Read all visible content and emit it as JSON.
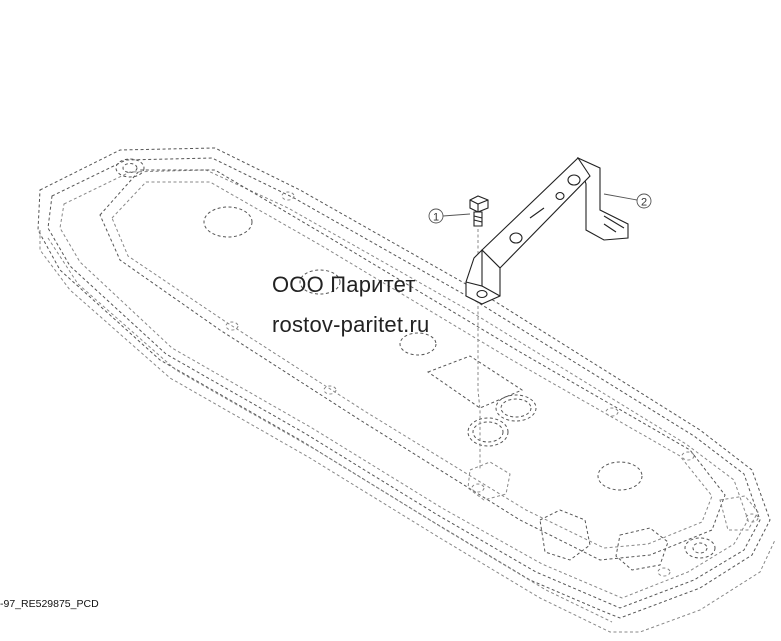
{
  "diagram": {
    "callouts": [
      {
        "number": "1"
      },
      {
        "number": "2"
      }
    ],
    "watermark": {
      "company": "ООО Паритет",
      "site": "rostov-paritet.ru"
    },
    "footer_code": "-97_RE529875_PCD"
  }
}
